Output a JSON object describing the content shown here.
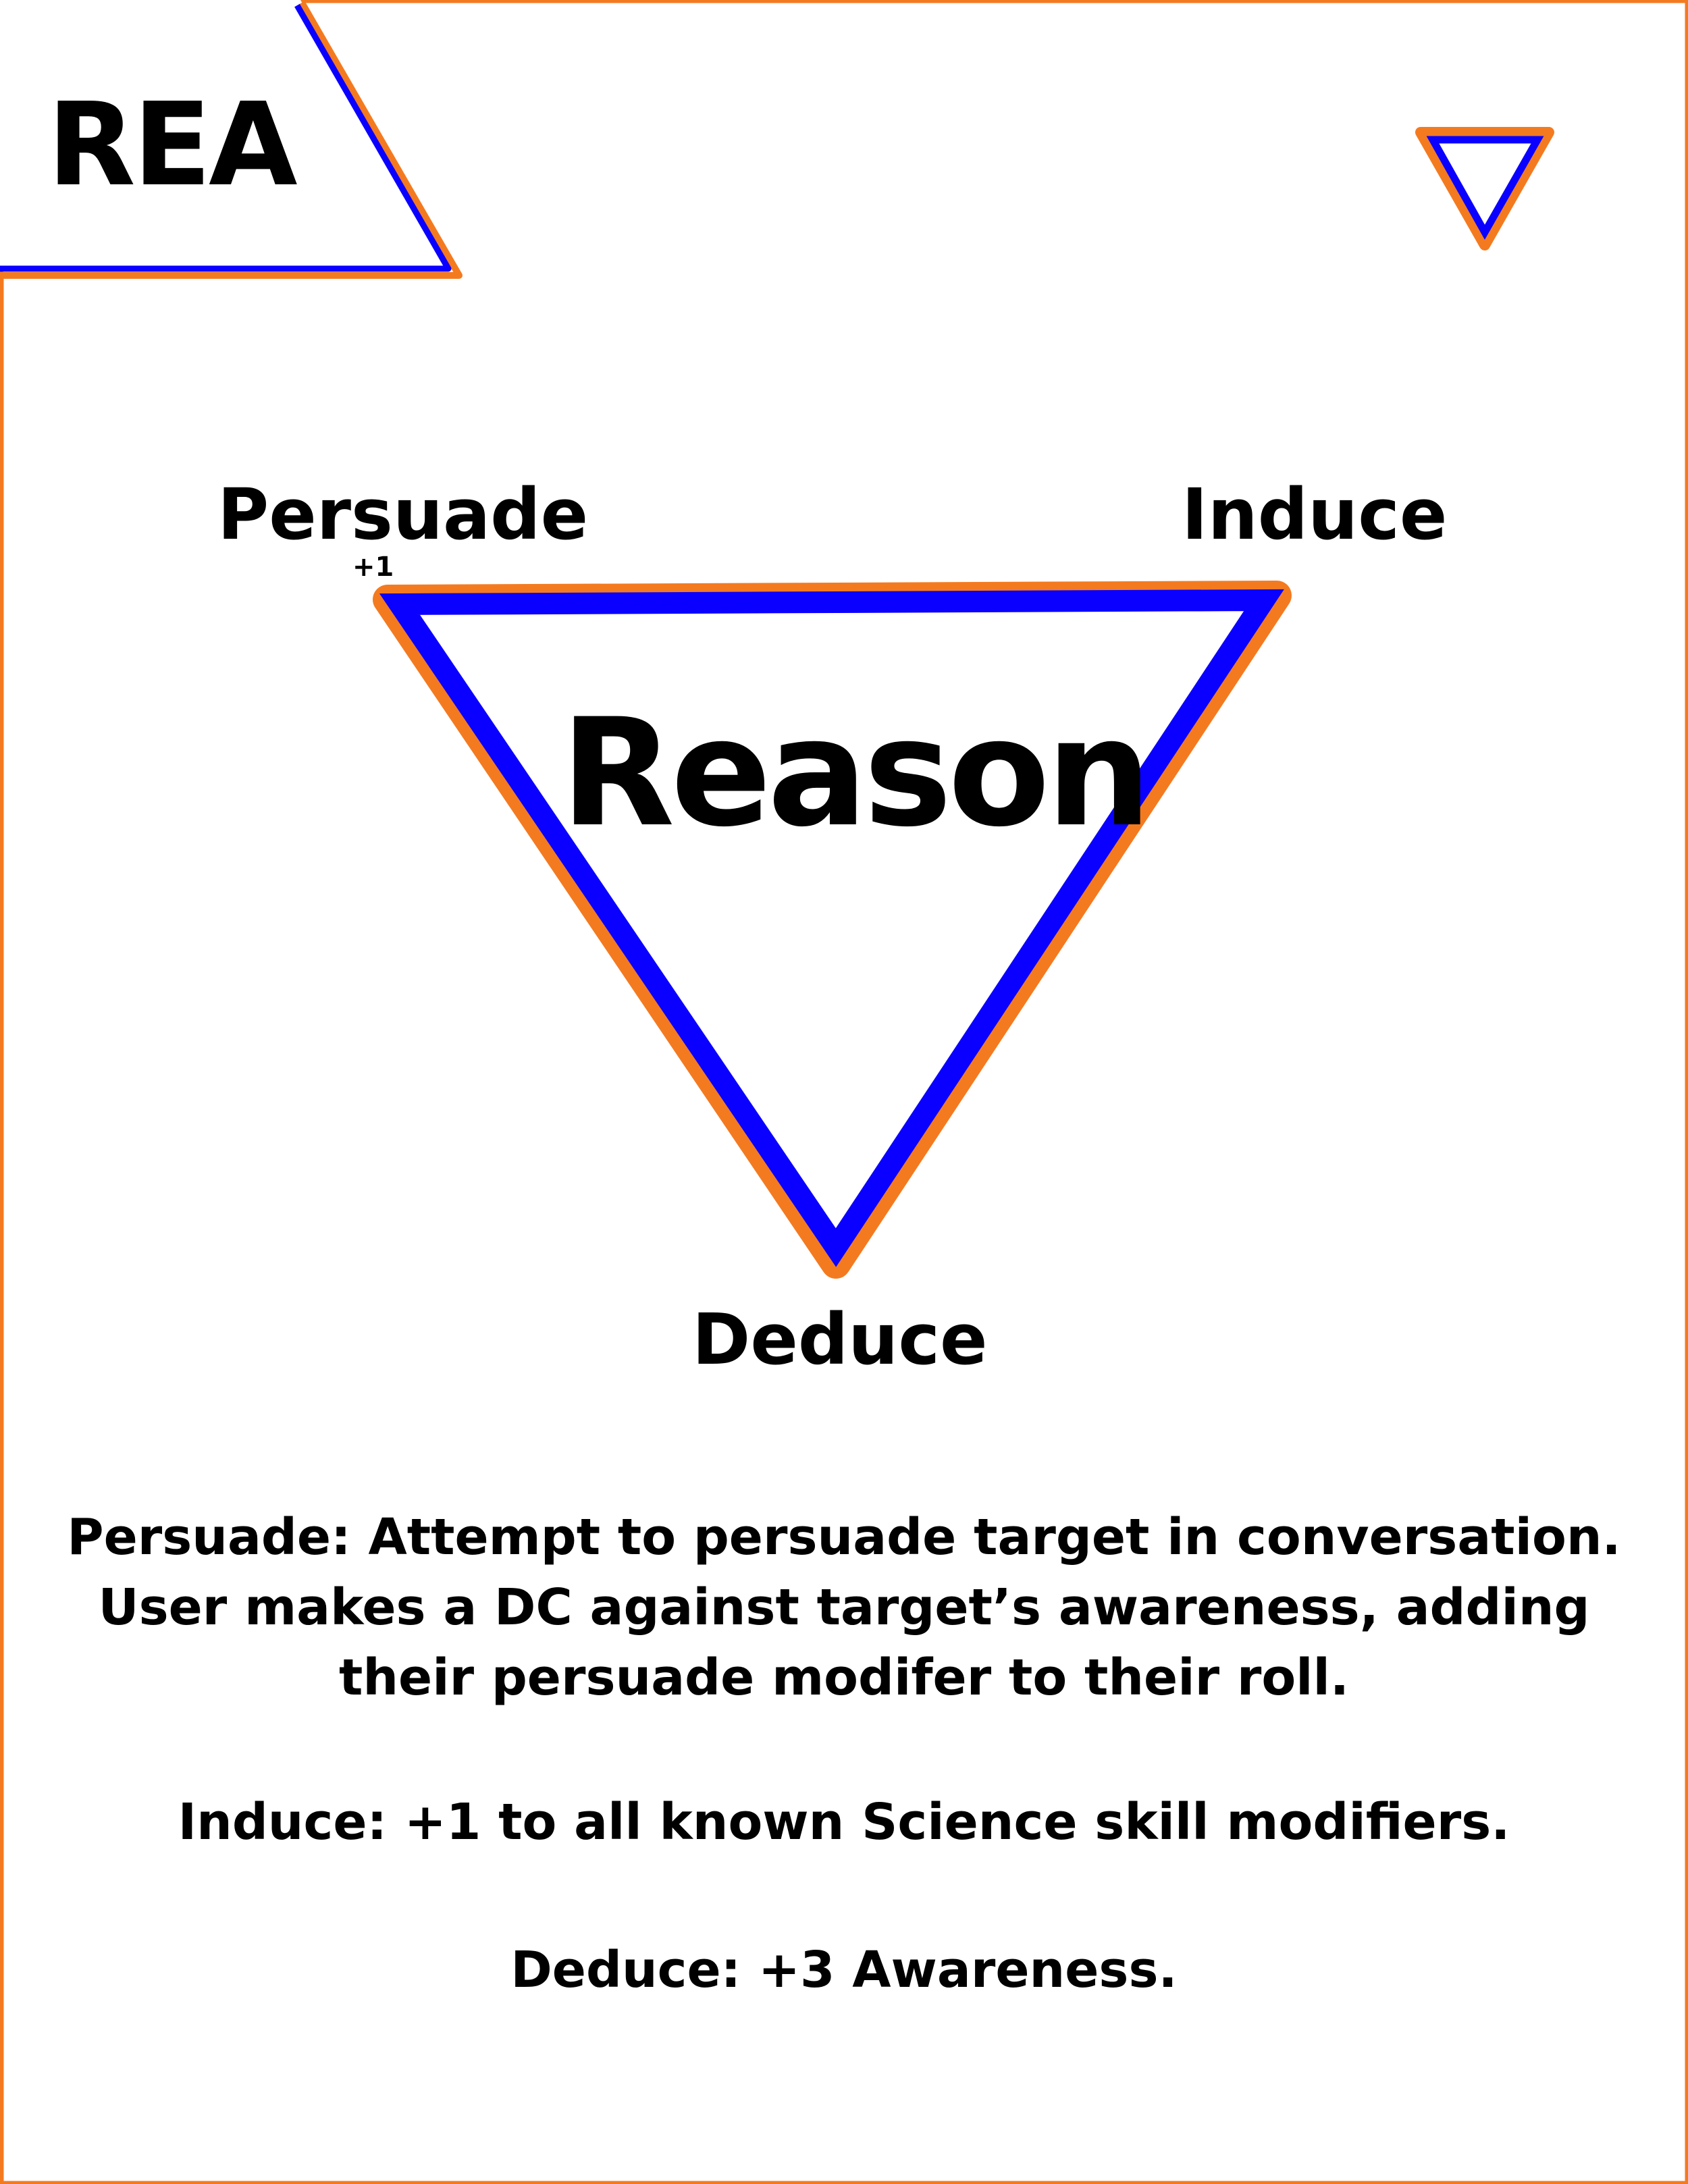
{
  "card": {
    "abbreviation": "REA",
    "title": "Reason",
    "colors": {
      "blue": "#0a00ff",
      "orange": "#f47a20",
      "text": "#000000",
      "background": "#ffffff"
    }
  },
  "nodes": {
    "persuade": {
      "label": "Persuade",
      "modifier": "+1"
    },
    "induce": {
      "label": "Induce"
    },
    "deduce": {
      "label": "Deduce"
    }
  },
  "descriptions": {
    "persuade": "Persuade: Attempt to persuade target in conversation. User makes a DC against target’s awareness, adding their persuade modifer to their roll.",
    "induce": "Induce: +1 to all known Science skill modifiers.",
    "deduce": "Deduce: +3 Awareness."
  },
  "icons": {
    "corner_icon": "inverted-triangle-icon"
  }
}
